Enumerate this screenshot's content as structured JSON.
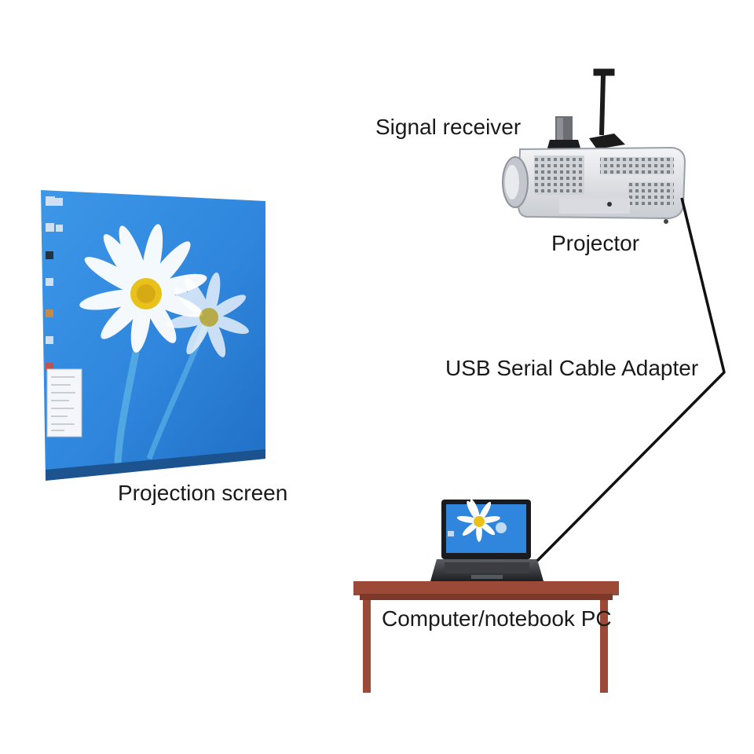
{
  "labels": {
    "signal_receiver": "Signal receiver",
    "projector": "Projector",
    "cable": "USB Serial Cable Adapter",
    "projection_screen": "Projection screen",
    "computer": "Computer/notebook PC"
  },
  "colors": {
    "background": "#ffffff",
    "desktop_blue": "#2f86dc",
    "table_wood": "#9c4a37",
    "cable": "#111111",
    "projector_body": "#e4e6ea"
  },
  "icons": {
    "projection_screen": "desktop-screen-icon",
    "projector": "projector-icon",
    "signal_receiver": "signal-receiver-icon",
    "laptop": "laptop-icon",
    "table": "table-icon"
  }
}
